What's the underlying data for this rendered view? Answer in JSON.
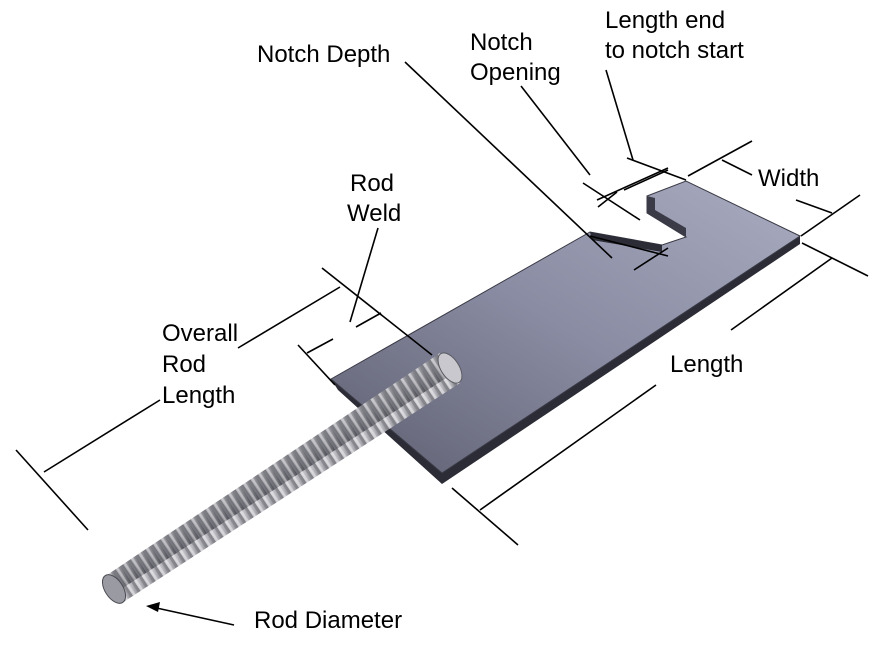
{
  "labels": {
    "notch_depth": "Notch Depth",
    "notch_opening_1": "Notch",
    "notch_opening_2": "Opening",
    "length_end_1": "Length end",
    "length_end_2": "to notch start",
    "width": "Width",
    "rod_weld_1": "Rod",
    "rod_weld_2": "Weld",
    "overall_rod_1": "Overall",
    "overall_rod_2": "Rod",
    "overall_rod_3": "Length",
    "length": "Length",
    "rod_diameter": "Rod Diameter"
  },
  "colors": {
    "plate_top": "#8e90a8",
    "plate_side": "#2f2f3a",
    "rod_light": "#d8d8dc",
    "rod_dark": "#5a5a62",
    "line": "#000000"
  }
}
